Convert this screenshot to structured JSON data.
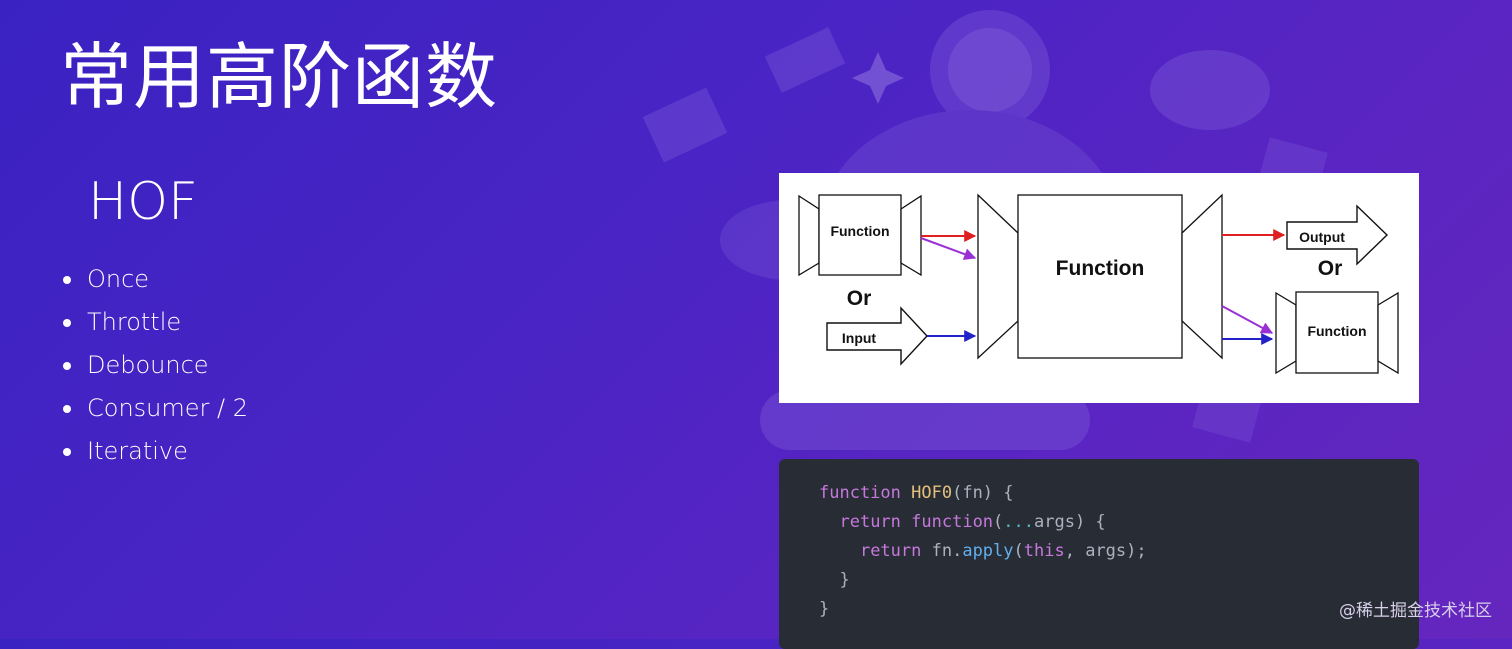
{
  "slide": {
    "title": "常用高阶函数",
    "subtitle": "HOF",
    "items": [
      "Once",
      "Throttle",
      "Debounce",
      "Consumer / 2",
      "Iterative"
    ]
  },
  "diagram": {
    "input_function_label": "Function",
    "or_left": "Or",
    "input_label": "Input",
    "center_label": "Function",
    "output_label": "Output",
    "or_right": "Or",
    "output_function_label": "Function"
  },
  "code": {
    "language": "javascript",
    "lines": [
      "function HOF0(fn) {",
      "  return function(...args) {",
      "    return fn.apply(this, args);",
      "  }",
      "}"
    ]
  },
  "watermark": "@稀土掘金技术社区",
  "colors": {
    "background_start": "#3a22c2",
    "background_end": "#6526bd",
    "arrow_red": "#e02020",
    "arrow_purple": "#9a2fd6",
    "arrow_blue": "#2222c8",
    "code_bg": "#282c34",
    "code_keyword": "#c678dd",
    "code_function_name": "#e5c07b",
    "code_method": "#61afef"
  }
}
